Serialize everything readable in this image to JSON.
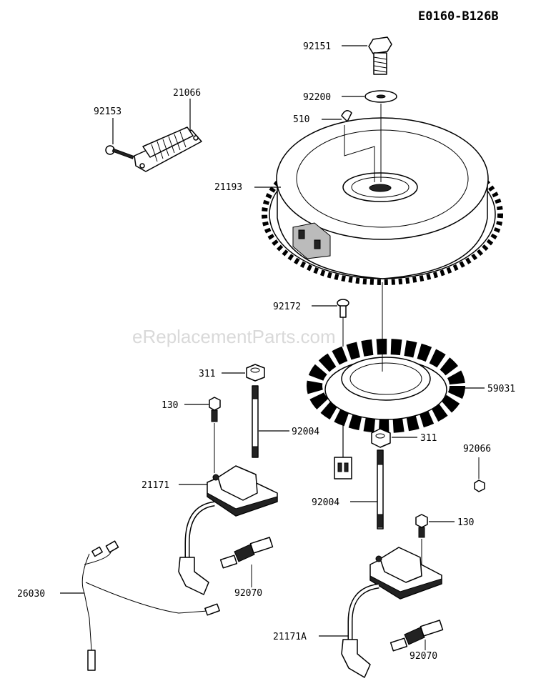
{
  "diagram_code": "E0160-B126B",
  "watermark": "eReplacementParts.com",
  "parts": [
    {
      "id": "p92151",
      "number": "92151"
    },
    {
      "id": "p92200",
      "number": "92200"
    },
    {
      "id": "p510",
      "number": "510"
    },
    {
      "id": "p21066",
      "number": "21066"
    },
    {
      "id": "p92153",
      "number": "92153"
    },
    {
      "id": "p21193",
      "number": "21193"
    },
    {
      "id": "p92172",
      "number": "92172"
    },
    {
      "id": "p311a",
      "number": "311"
    },
    {
      "id": "p59031",
      "number": "59031"
    },
    {
      "id": "p130a",
      "number": "130"
    },
    {
      "id": "p92004a",
      "number": "92004"
    },
    {
      "id": "p311b",
      "number": "311"
    },
    {
      "id": "p92066",
      "number": "92066"
    },
    {
      "id": "p21171",
      "number": "21171"
    },
    {
      "id": "p92004b",
      "number": "92004"
    },
    {
      "id": "p130b",
      "number": "130"
    },
    {
      "id": "p26030",
      "number": "26030"
    },
    {
      "id": "p92070a",
      "number": "92070"
    },
    {
      "id": "p21171A",
      "number": "21171A"
    },
    {
      "id": "p92070b",
      "number": "92070"
    }
  ]
}
